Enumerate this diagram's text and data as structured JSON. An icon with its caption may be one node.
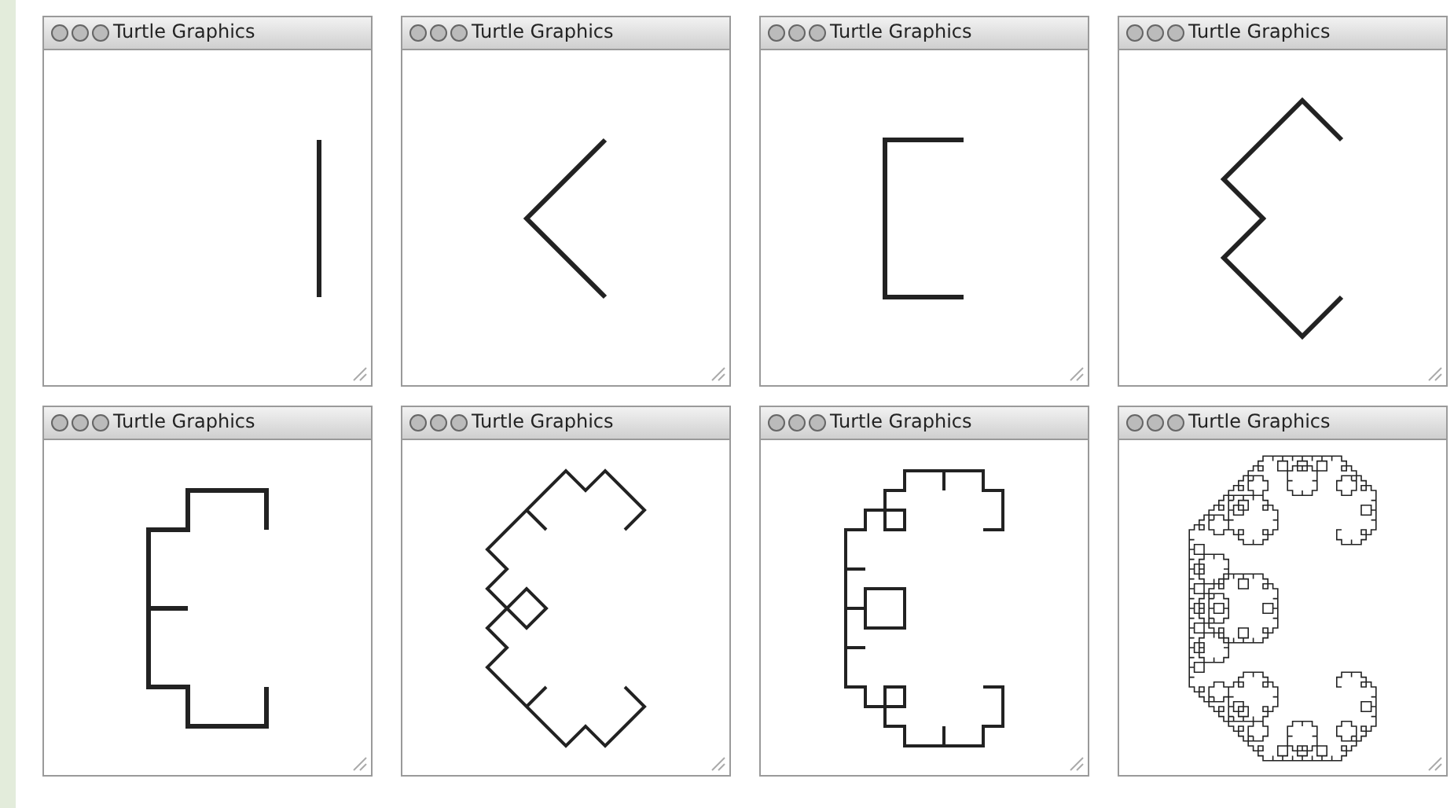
{
  "diagram": {
    "nodes": [
      {
        "text": [
          "Turtle Graphics"
        ]
      },
      {
        "text": [
          "Turtle Graphics"
        ]
      },
      {
        "text": [
          "Turtle Graphics"
        ]
      },
      {
        "text": [
          "Turtle Graphics"
        ]
      },
      {
        "text": [
          "Turtle Graphics"
        ]
      },
      {
        "text": [
          "Turtle Graphics"
        ]
      },
      {
        "text": [
          "Turtle Graphics"
        ]
      },
      {
        "text": [
          "Turtle Graphics"
        ]
      }
    ]
  }
}
